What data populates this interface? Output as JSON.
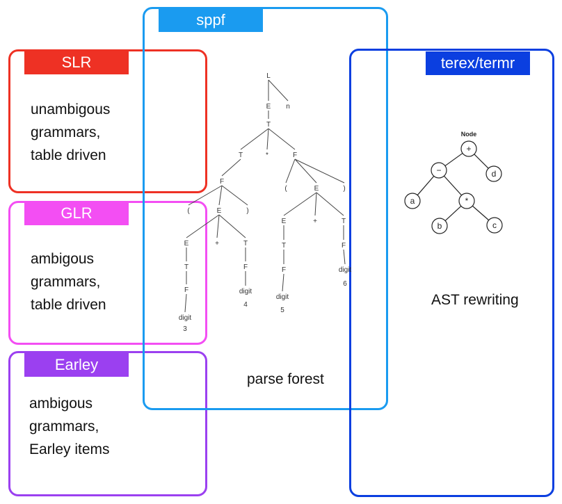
{
  "boxes": {
    "slr": {
      "label": "SLR",
      "lines": [
        "unambigous",
        "grammars,",
        "table driven"
      ],
      "color": "#ee3124"
    },
    "glr": {
      "label": "GLR",
      "lines": [
        "ambigous",
        "grammars,",
        "table driven"
      ],
      "color": "#f34ef3"
    },
    "earley": {
      "label": "Earley",
      "lines": [
        "ambigous",
        "grammars,",
        "Earley items"
      ],
      "color": "#9b40f0"
    },
    "sppf": {
      "label": "sppf",
      "caption": "parse forest",
      "color": "#1a9bf0"
    },
    "terex": {
      "label": "terex/termr",
      "caption": "AST rewriting",
      "color": "#0b3fe0"
    }
  },
  "parse_tree": {
    "nodes": [
      {
        "id": "L",
        "t": "L"
      },
      {
        "id": "n",
        "t": "n"
      },
      {
        "id": "E0",
        "t": "E"
      },
      {
        "id": "T0",
        "t": "T"
      },
      {
        "id": "T1",
        "t": "T"
      },
      {
        "id": "star",
        "t": "*"
      },
      {
        "id": "F1",
        "t": "F"
      },
      {
        "id": "F2",
        "t": "F"
      },
      {
        "id": "lp1",
        "t": "("
      },
      {
        "id": "E1",
        "t": "E"
      },
      {
        "id": "rp1",
        "t": ")"
      },
      {
        "id": "E2",
        "t": "E"
      },
      {
        "id": "plus1",
        "t": "+"
      },
      {
        "id": "T2",
        "t": "T"
      },
      {
        "id": "T3",
        "t": "T"
      },
      {
        "id": "F3",
        "t": "F"
      },
      {
        "id": "d3",
        "t": "digit"
      },
      {
        "id": "n3",
        "t": "3"
      },
      {
        "id": "F4",
        "t": "F"
      },
      {
        "id": "d4",
        "t": "digit"
      },
      {
        "id": "n4",
        "t": "4"
      },
      {
        "id": "lp2",
        "t": "("
      },
      {
        "id": "E5",
        "t": "E"
      },
      {
        "id": "rp2",
        "t": ")"
      },
      {
        "id": "E6",
        "t": "E"
      },
      {
        "id": "plus2",
        "t": "+"
      },
      {
        "id": "T6",
        "t": "T"
      },
      {
        "id": "T7",
        "t": "T"
      },
      {
        "id": "F7",
        "t": "F"
      },
      {
        "id": "d5",
        "t": "digit"
      },
      {
        "id": "n5",
        "t": "5"
      },
      {
        "id": "F8",
        "t": "F"
      },
      {
        "id": "d6",
        "t": "digit"
      },
      {
        "id": "n6",
        "t": "6"
      }
    ]
  },
  "ast": {
    "title": "Node",
    "nodes": [
      {
        "id": "plus",
        "t": "+"
      },
      {
        "id": "minus",
        "t": "−"
      },
      {
        "id": "d",
        "t": "d"
      },
      {
        "id": "a",
        "t": "a"
      },
      {
        "id": "star",
        "t": "*"
      },
      {
        "id": "b",
        "t": "b"
      },
      {
        "id": "c",
        "t": "c"
      }
    ]
  }
}
